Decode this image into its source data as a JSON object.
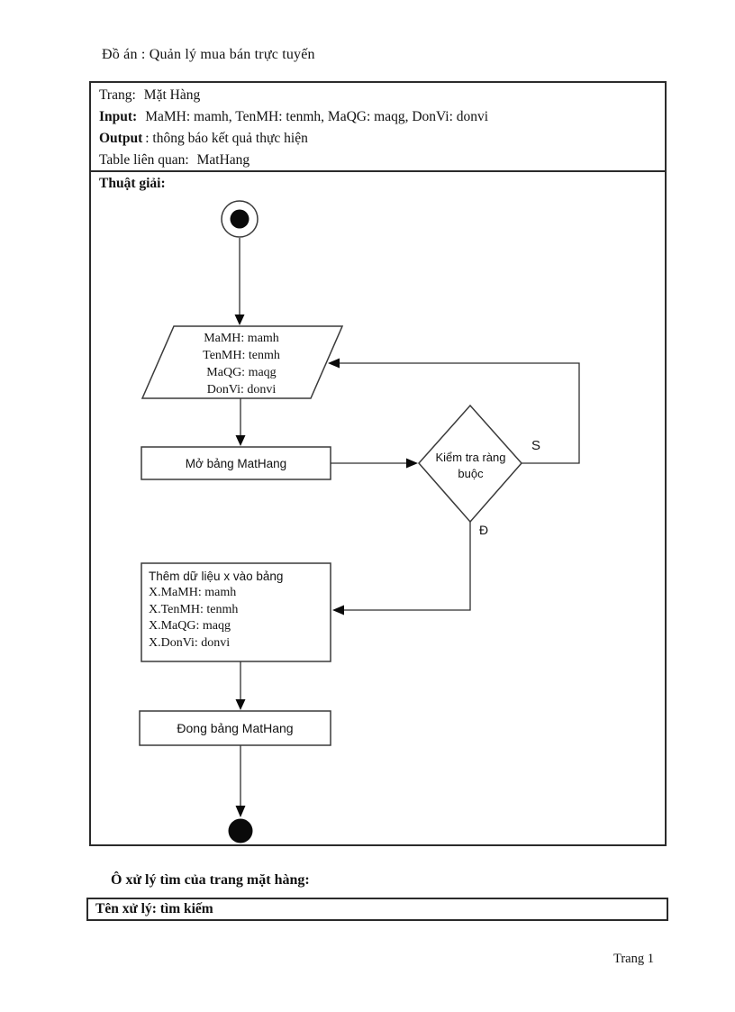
{
  "doc": {
    "title": "Đồ án : Quản lý mua bán trực tuyến",
    "page_footer": "Trang 1"
  },
  "spec_table": {
    "rows": [
      {
        "label": "Trang:",
        "value": "Mặt Hàng"
      },
      {
        "label": "Input:",
        "value": "MaMH: mamh,  TenMH: tenmh,  MaQG: maqg,  DonVi:  donvi"
      },
      {
        "label": "Output",
        "value": ": thông báo kết quả thực hiện"
      },
      {
        "label": "Table liên quan:",
        "value": "MatHang"
      }
    ],
    "algorithm_label": "Thuật  giải:"
  },
  "flowchart": {
    "input_block": {
      "lines": [
        "MaMH: mamh",
        "TenMH: tenmh",
        "MaQG: maqg",
        "DonVi: donvi"
      ]
    },
    "open_step": "Mở bảng MatHang",
    "decision": {
      "text": "Kiểm tra ràng buộc",
      "false_label": "S",
      "true_label": "Đ"
    },
    "insert_block": {
      "title": "Thêm dữ liệu x vào bảng",
      "lines": [
        "X.MaMH: mamh",
        "X.TenMH: tenmh",
        "X.MaQG: maqg",
        "X.DonVi: donvi"
      ]
    },
    "close_step": "Đong bảng MatHang"
  },
  "search_section": {
    "heading": "Ô xử lý tìm của trang mặt hàng:",
    "name_row": "Tên xử lý: tìm kiếm"
  }
}
